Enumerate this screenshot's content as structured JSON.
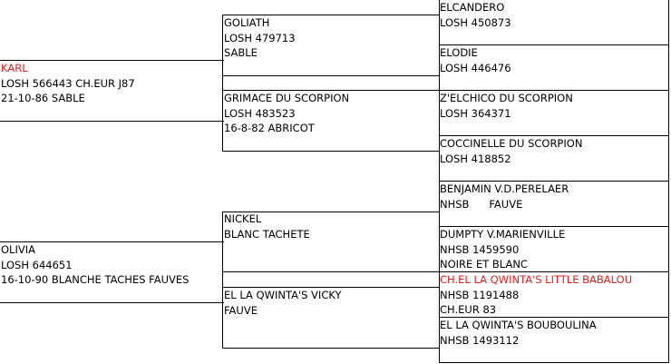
{
  "pedigree": {
    "sire": {
      "name": "KARL",
      "line1": "LOSH 566443 CH.EUR J87",
      "line2": "21-10-86 SABLE",
      "sire": {
        "name": "GOLIATH",
        "line1": "LOSH 479713",
        "line2": "SABLE",
        "sire": {
          "name": "ELCANDERO",
          "line1": "LOSH 450873"
        },
        "dam": {
          "name": "ELODIE",
          "line1": "LOSH 446476"
        }
      },
      "dam": {
        "name": "GRIMACE DU SCORPION",
        "line1": "LOSH 483523",
        "line2": "16-8-82   ABRICOT",
        "sire": {
          "name": "Z'ELCHICO DU SCORPION",
          "line1": "LOSH 364371"
        },
        "dam": {
          "name": "COCCINELLE DU SCORPION",
          "line1": "LOSH 418852"
        }
      }
    },
    "dam": {
      "name": "OLIVIA",
      "line1": "LOSH 644651",
      "line2": "16-10-90 BLANCHE TACHES FAUVES",
      "sire": {
        "name": "NICKEL",
        "line1": "BLANC TACHETE",
        "sire": {
          "name": "BENJAMIN V.D.PERELAER",
          "line1": "NHSB      FAUVE"
        },
        "dam": {
          "name": "DUMPTY V.MARIENVILLE",
          "line1": "NHSB 1459590",
          "line2": "NOIRE ET BLANC"
        }
      },
      "dam": {
        "name": "EL LA QWINTA'S VICKY",
        "line1": "FAUVE",
        "sire": {
          "name": "CH.EL LA QWINTA'S LITTLE BABALOU",
          "line1": "NHSB 1191488",
          "line2": "CH.EUR 83"
        },
        "dam": {
          "name": "EL LA QWINTA'S BOUBOULINA",
          "line1": "NHSB 1493112"
        }
      }
    }
  },
  "colors": {
    "highlight": "#e02020",
    "line": "#000000"
  }
}
